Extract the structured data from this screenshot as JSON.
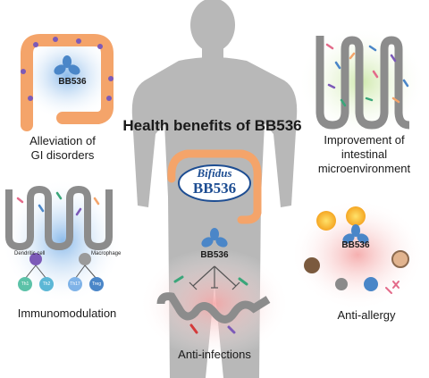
{
  "title": "Health benefits of BB536",
  "logo": {
    "line1": "Bifidus",
    "line2": "BB536"
  },
  "bb_label": "BB536",
  "panels": {
    "gi": {
      "line1": "Alleviation of",
      "line2": "GI disorders"
    },
    "intestinal": {
      "line1": "Improvement of",
      "line2": "intestinal",
      "line3": "microenvironment"
    },
    "immuno": {
      "caption": "Immunomodulation",
      "dendritic": "Dendritic cell",
      "macrophage": "Macrophage",
      "th": [
        "Th1",
        "Th2",
        "Th17",
        "Treg"
      ]
    },
    "allergy": {
      "caption": "Anti-allergy"
    },
    "infection": {
      "caption": "Anti-infections"
    }
  },
  "colors": {
    "bb_blue": "#4a86c8",
    "colon_orange": "#f4a46a",
    "villi_grey": "#8c8c8c",
    "silhouette": "#b5b5b5",
    "logo_blue": "#1d4d92"
  }
}
